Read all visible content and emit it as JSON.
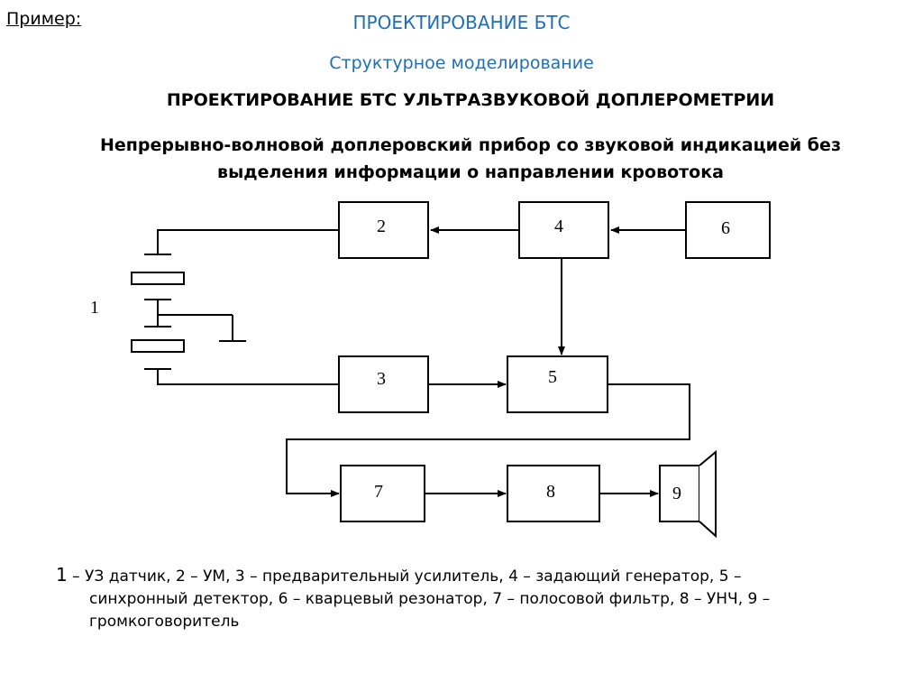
{
  "header": {
    "example_label": "Пример:",
    "title": "ПРОЕКТИРОВАНИЕ БТС",
    "subtitle": "Структурное моделирование",
    "heading": "ПРОЕКТИРОВАНИЕ БТС УЛЬТРАЗВУКОВОЙ ДОПЛЕРОМЕТРИИ",
    "description_line1": "Непрерывно-волновой доплеровский прибор со звуковой индикацией без",
    "description_line2": "выделения информации о направлении кровотока"
  },
  "diagram": {
    "sensor_label": "1",
    "blocks": {
      "b2": "2",
      "b3": "3",
      "b4": "4",
      "b5": "5",
      "b6": "6",
      "b7": "7",
      "b8": "8",
      "b9": "9"
    }
  },
  "legend": {
    "lead": "1",
    "line1": " – УЗ датчик, 2 – УМ, 3 – предварительный усилитель, 4 – задающий генератор, 5 –",
    "line2": "синхронный детектор, 6 – кварцевый резонатор, 7 – полосовой фильтр, 8 – УНЧ, 9 –",
    "line3": "громкоговоритель"
  }
}
